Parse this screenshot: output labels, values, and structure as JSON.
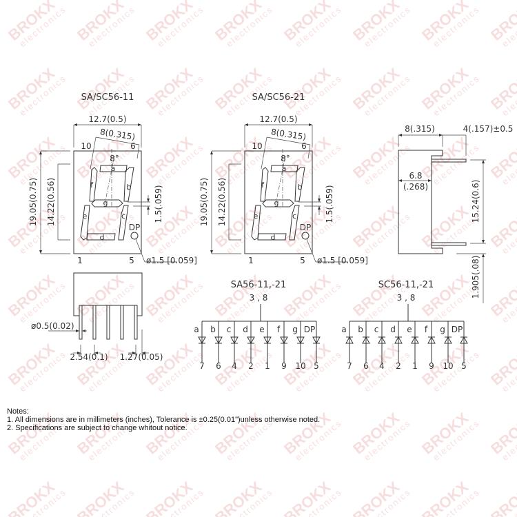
{
  "watermark": {
    "brand": "BROKX",
    "sub": "electronics",
    "color": "#e9a3a3"
  },
  "front_views": [
    {
      "title": "SA/SC56-11",
      "width_dim": "12.7(0.5)",
      "digit_dim": "8(0.315)",
      "angle": "8°",
      "pin_top_left": "10",
      "pin_top_right": "6",
      "pin_bottom_left": "1",
      "pin_bottom_right": "5",
      "height_dim": "19.05(0.75)",
      "digit_height_dim": "14.22(0.56)",
      "segment_dim": "1.5(.059)",
      "dp_label": "DP",
      "dp_dim": "ø1.5 [0.059]",
      "segments": [
        "a",
        "b",
        "c",
        "d",
        "e",
        "f",
        "g"
      ]
    },
    {
      "title": "SA/SC56-21",
      "width_dim": "12.7(0.5)",
      "digit_dim": "8(0.315)",
      "angle": "8°",
      "pin_top_left": "10",
      "pin_top_right": "6",
      "pin_bottom_left": "1",
      "pin_bottom_right": "5",
      "height_dim": "19.05(0.75)",
      "digit_height_dim": "14.22(0.56)",
      "segment_dim": "1.5(.059)",
      "dp_label": "DP",
      "dp_dim": "ø1.5 [0.059]",
      "segments": [
        "a",
        "b",
        "c",
        "d",
        "e",
        "f",
        "g"
      ]
    }
  ],
  "side_view": {
    "depth_dim": "8(.315)",
    "pin_len_dim": "4(.157)±0.5",
    "inner_dim_1": "6.8",
    "inner_dim_2": "(.268)",
    "row_spacing_dim": "15.24(0.6)",
    "offset_dim": "1.905(.08)"
  },
  "bottom_view": {
    "pin_dia_dim": "ø0.5(0.02)",
    "pitch_dim": "2.54(0.1)",
    "edge_dim": "1.27(0.05)"
  },
  "schematics": [
    {
      "title": "SA56-11,-21",
      "common": "3 , 8",
      "type": "anode",
      "segments": [
        "a",
        "b",
        "c",
        "d",
        "e",
        "f",
        "g",
        "DP"
      ],
      "pins": [
        "7",
        "6",
        "4",
        "2",
        "1",
        "9",
        "10",
        "5"
      ]
    },
    {
      "title": "SC56-11,-21",
      "common": "3 , 8",
      "type": "cathode",
      "segments": [
        "a",
        "b",
        "c",
        "d",
        "e",
        "f",
        "g",
        "DP"
      ],
      "pins": [
        "7",
        "6",
        "4",
        "2",
        "1",
        "9",
        "10",
        "5"
      ]
    }
  ],
  "notes": {
    "heading": "Notes:",
    "items": [
      "1. All dimensions are in millimeters (inches), Tolerance is ±0.25(0.01\")unless otherwise noted.",
      "2. Specifications are subject to change whitout notice."
    ]
  }
}
